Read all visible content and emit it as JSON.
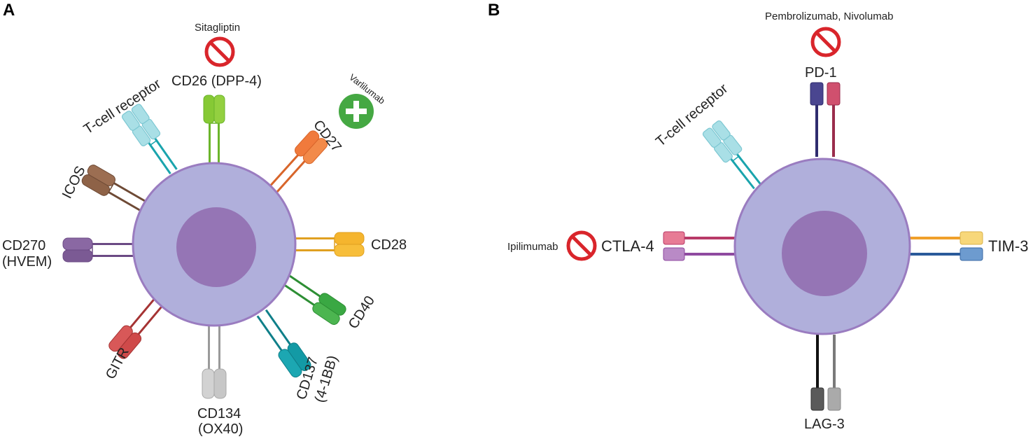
{
  "panels": [
    {
      "letter": "A",
      "cell_receptor_label": "T-cell receptor",
      "receptors": [
        {
          "label": "CD26 (DPP-4)",
          "colors": [
            "#7fc832",
            "#8ccc3a"
          ],
          "stalk": "#6bb52b"
        },
        {
          "label": "CD27",
          "colors": [
            "#f07a3c",
            "#f28a4a"
          ],
          "stalk": "#d8652a"
        },
        {
          "label": "CD28",
          "colors": [
            "#f5b52e",
            "#f7be3a"
          ],
          "stalk": "#e0a020"
        },
        {
          "label": "CD40",
          "colors": [
            "#3aa843",
            "#4cb550"
          ],
          "stalk": "#2d8e34"
        },
        {
          "label": "CD137",
          "label2": "(4-1BB)",
          "colors": [
            "#139aa5",
            "#1ca7b2"
          ],
          "stalk": "#0f7f89"
        },
        {
          "label": "CD134",
          "label2": "(OX40)",
          "colors": [
            "#c7c7c7",
            "#d2d2d2"
          ],
          "stalk": "#9a9a9a"
        },
        {
          "label": "GITR",
          "colors": [
            "#cf4a4a",
            "#d85858"
          ],
          "stalk": "#a53333"
        },
        {
          "label": "CD270",
          "label2": "(HVEM)",
          "colors": [
            "#7b5a94",
            "#8a68a3"
          ],
          "stalk": "#6b4a84"
        },
        {
          "label": "ICOS",
          "colors": [
            "#8e6247",
            "#9c6e52"
          ],
          "stalk": "#6e4a35"
        }
      ],
      "drugs": [
        {
          "name": "Sitagliptin",
          "type": "inhibit"
        },
        {
          "name": "Varlilumab",
          "type": "agonist"
        }
      ]
    },
    {
      "letter": "B",
      "cell_receptor_label": "T-cell receptor",
      "receptors": [
        {
          "label": "PD-1",
          "colors": [
            "#4a4690",
            "#d0506e"
          ]
        },
        {
          "label": "CTLA-4",
          "colors": [
            "#e77b95",
            "#b98ac6"
          ]
        },
        {
          "label": "TIM-3",
          "colors": [
            "#f7d77a",
            "#6d9bcf"
          ]
        },
        {
          "label": "LAG-3",
          "colors": [
            "#5a5a5a",
            "#aaaaaa"
          ]
        }
      ],
      "drugs": [
        {
          "name": "Pembrolizumab, Nivolumab",
          "type": "inhibit"
        },
        {
          "name": "Ipilimumab",
          "type": "inhibit"
        }
      ]
    }
  ],
  "colors": {
    "cell_fill": "#b0afdb",
    "cell_border": "#9a7cc0",
    "nucleus": "#9575b5",
    "tcr_fill": "#a9dfe6",
    "tcr_stalk": "#1aa4ad",
    "inhibit": "#d9252b",
    "agonist": "#45a843"
  },
  "icons": {
    "inhibit": "no-entry-icon",
    "agonist": "plus-icon"
  }
}
